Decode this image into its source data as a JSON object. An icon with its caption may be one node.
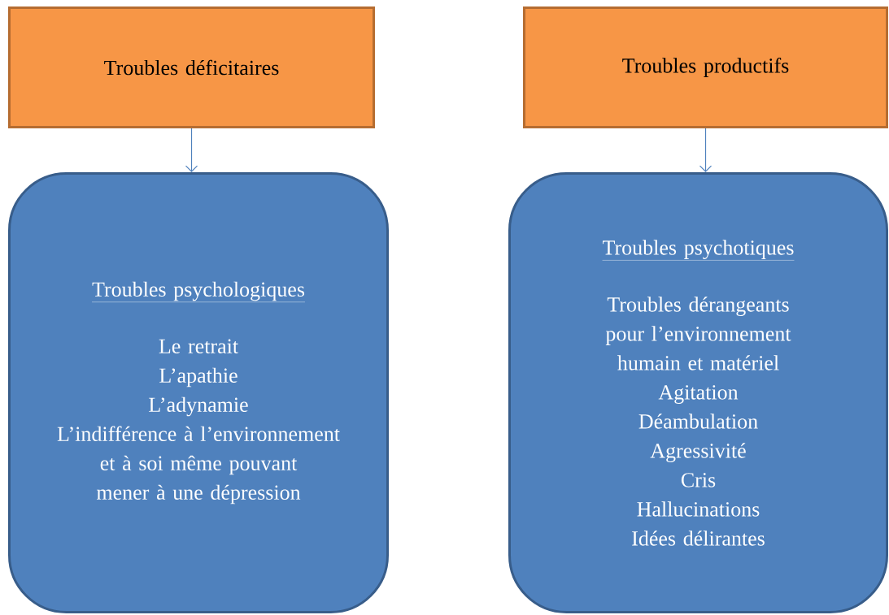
{
  "diagram": {
    "nodes": [
      {
        "text": [
          "Troubles déficitaires"
        ]
      },
      {
        "text": [
          "Troubles psychologiques",
          "Le retrait",
          "L’apathie",
          "L’adynamie",
          "L’indifférence à l’environnement et à soi même pouvant mener à une dépression"
        ]
      },
      {
        "text": [
          "Troubles productifs"
        ]
      },
      {
        "text": [
          "Troubles psychotiques",
          "Troubles dérangeants pour l’environnement humain et matériel",
          "Agitation",
          "Déambulation",
          "Agressivité",
          "Cris",
          "Hallucinations",
          "Idées délirantes"
        ]
      }
    ],
    "edges": [
      {
        "from": 0,
        "to": 1,
        "arrow": "to"
      },
      {
        "from": 2,
        "to": 3,
        "arrow": "to"
      }
    ]
  }
}
